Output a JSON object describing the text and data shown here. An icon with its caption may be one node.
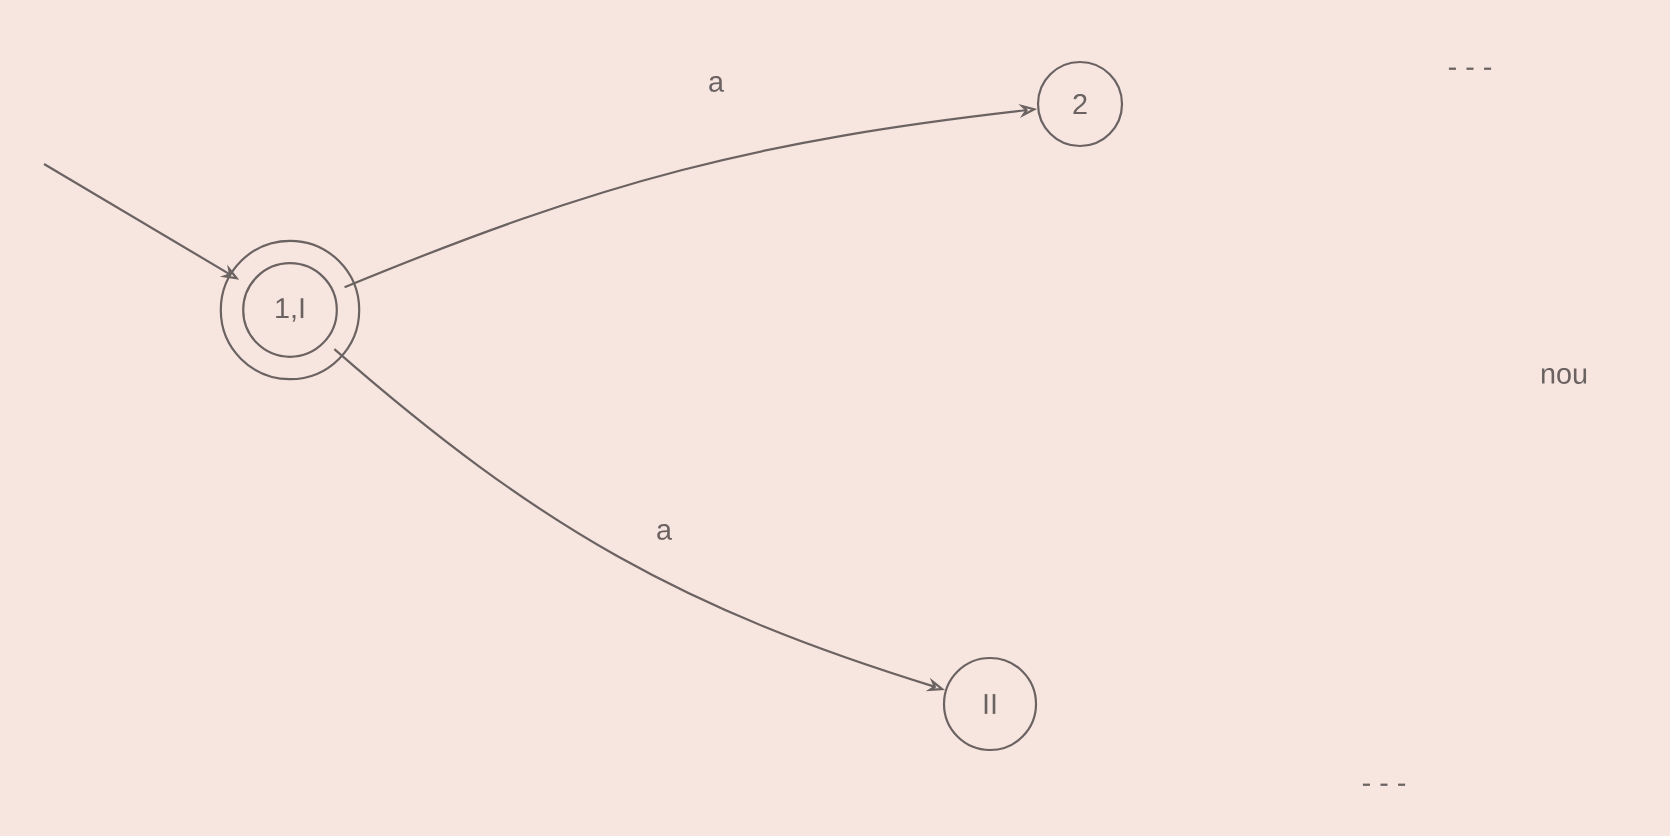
{
  "diagram": {
    "nodes": [
      {
        "text": [
          "1,I"
        ]
      },
      {
        "text": [
          "2"
        ]
      },
      {
        "text": [
          "II"
        ]
      }
    ],
    "edges": [
      {
        "from": null,
        "to": 0,
        "arrow": "to"
      },
      {
        "from": 0,
        "to": 1,
        "arrow": "to",
        "label": "a"
      },
      {
        "from": 0,
        "to": 2,
        "arrow": "to",
        "label": "a"
      }
    ],
    "labels": [
      "- - -",
      "nou",
      "- - -"
    ]
  }
}
